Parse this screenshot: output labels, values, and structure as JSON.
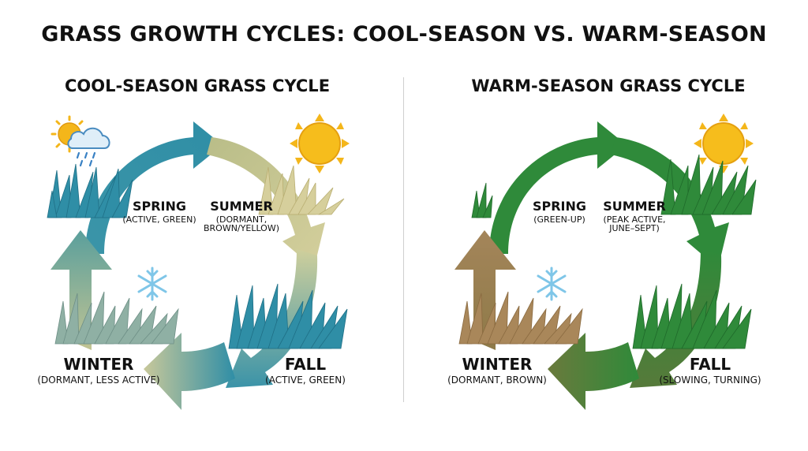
{
  "title": "GRASS GROWTH CYCLES: COOL-SEASON VS. WARM-SEASON",
  "colors": {
    "cool_teal": "#2f8ea6",
    "cool_sand": "#cbc79a",
    "warm_green": "#2f8a3a",
    "warm_brown": "#9a7a4a",
    "sun": "#f4b61a",
    "snow": "#7fc6e8"
  },
  "cool": {
    "title": "COOL-SEASON GRASS CYCLE",
    "spring": {
      "name": "SPRING",
      "detail": "(ACTIVE, GREEN)"
    },
    "summer": {
      "name": "SUMMER",
      "detail_1": "(DORMANT,",
      "detail_2": "BROWN/YELLOW)"
    },
    "fall": {
      "name": "FALL",
      "detail": "(ACTIVE, GREEN)"
    },
    "winter": {
      "name": "WINTER",
      "detail": "(DORMANT, LESS ACTIVE)"
    }
  },
  "warm": {
    "title": "WARM-SEASON GRASS CYCLE",
    "spring": {
      "name": "SPRING",
      "detail": "(GREEN-UP)"
    },
    "summer": {
      "name": "SUMMER",
      "detail_1": "(PEAK ACTIVE,",
      "detail_2": "JUNE–SEPT)"
    },
    "fall": {
      "name": "FALL",
      "detail": "(SLOWING, TURNING)"
    },
    "winter": {
      "name": "WINTER",
      "detail": "(DORMANT, BROWN)"
    }
  },
  "icons": {
    "sun": "sun-icon",
    "cloud_rain": "rain-cloud-icon",
    "snowflake": "snowflake-icon",
    "grass": "grass-clump-icon",
    "arrow": "cycle-arrow-icon"
  }
}
